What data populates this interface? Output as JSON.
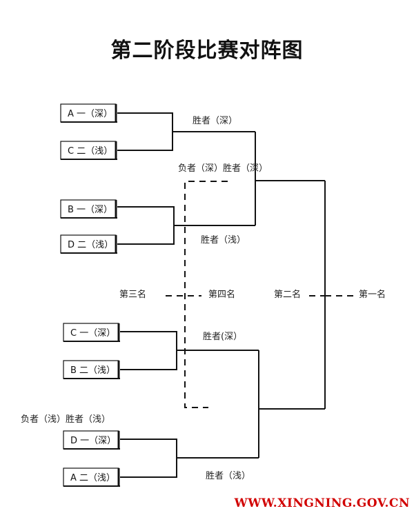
{
  "title": "第二阶段比赛对阵图",
  "teams": {
    "a1_deep": "A 一（深）",
    "c2_shallow": "C 二（浅）",
    "b1_deep": "B 一（深）",
    "d2_shallow": "D 二（浅）",
    "c1_deep": "C 一（深）",
    "b2_shallow": "B 二（浅）",
    "d1_deep": "D 一（深）",
    "a2_shallow": "A 二（浅）"
  },
  "labels": {
    "winner_deep_top": "胜者（深）",
    "loser_winner_deep": "负者（深）胜者（深）",
    "winner_shallow_top": "胜者（浅）",
    "winner_deep_bottom": "胜者(深）",
    "loser_winner_shallow": "负者（浅）胜者（浅）",
    "winner_shallow_bottom": "胜者（浅）",
    "third_place": "第三名",
    "fourth_place": "第四名",
    "second_place": "第二名",
    "first_place": "第一名"
  },
  "watermark": "WWW.XINGNING.GOV.CN",
  "colors": {
    "line": "#111111",
    "watermark": "#d10000"
  }
}
